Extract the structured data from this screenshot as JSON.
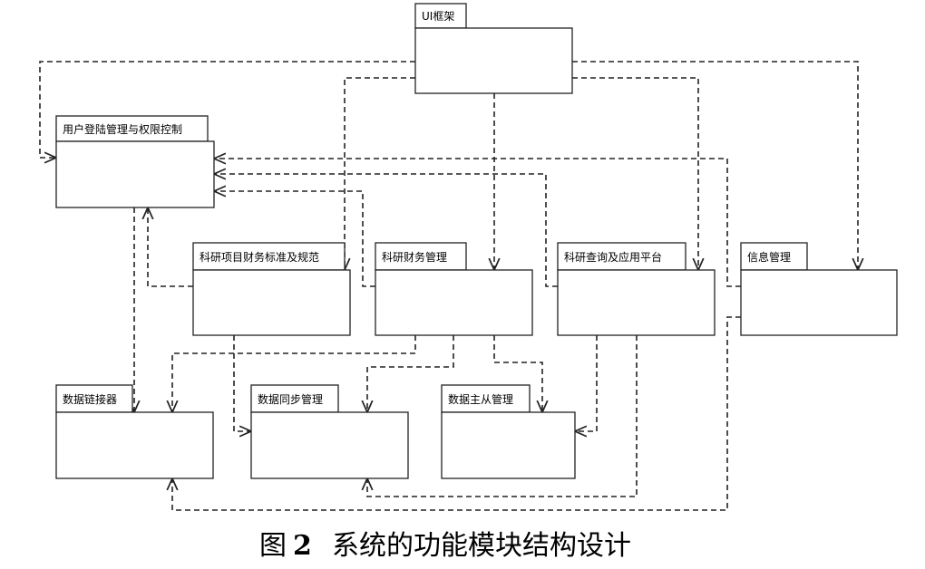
{
  "packages": {
    "ui_framework": "UI框架",
    "user_login": "用户登陆管理与权限控制",
    "standards": "科研项目财务标准及规范",
    "finance": "科研财务管理",
    "query_platform": "科研查询及应用平台",
    "info_management": "信息管理",
    "data_connector": "数据链接器",
    "data_sync": "数据同步管理",
    "data_master_slave": "数据主从管理"
  },
  "caption": {
    "label": "图",
    "number": "2",
    "title": "系统的功能模块结构设计"
  },
  "colors": {
    "line": "#222222",
    "box_fill": "#ffffff"
  }
}
